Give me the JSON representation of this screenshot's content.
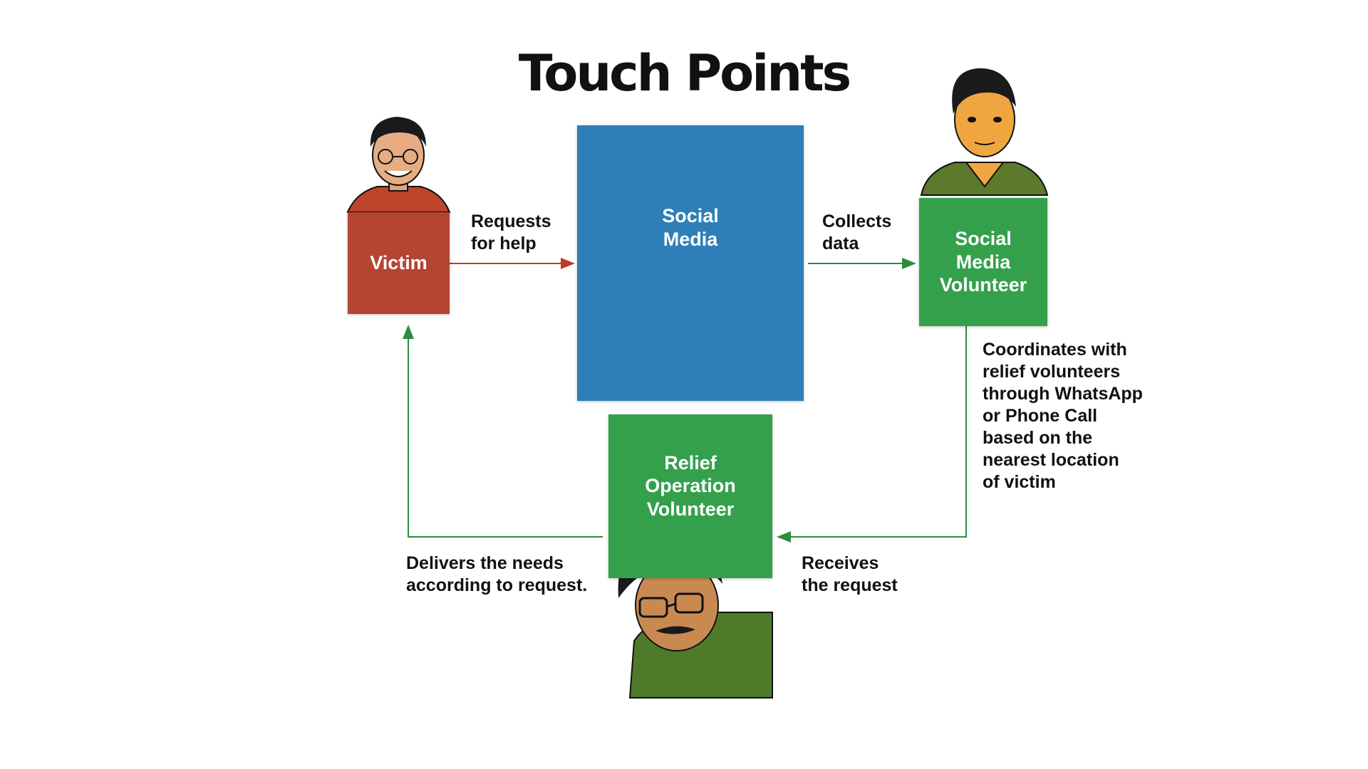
{
  "title": "Touch Points",
  "boxes": {
    "victim": "Victim",
    "social_media": "Social\nMedia",
    "social_media_volunteer": "Social\nMedia\nVolunteer",
    "relief_volunteer": "Relief\nOperation\nVolunteer"
  },
  "edges": {
    "requests": "Requests\nfor help",
    "collects": "Collects\ndata",
    "coordinates": "Coordinates with\nrelief volunteers\nthrough WhatsApp\nor Phone Call\nbased on the\nnearest location\nof victim",
    "delivers": "Delivers the needs\naccording to request.",
    "receives": "Receives\nthe request"
  },
  "colors": {
    "victim": "#b34532",
    "social_media": "#2f7eb8",
    "volunteer": "#35a04c",
    "arrow_red": "#c0392b",
    "arrow_green": "#2e8b3e"
  }
}
